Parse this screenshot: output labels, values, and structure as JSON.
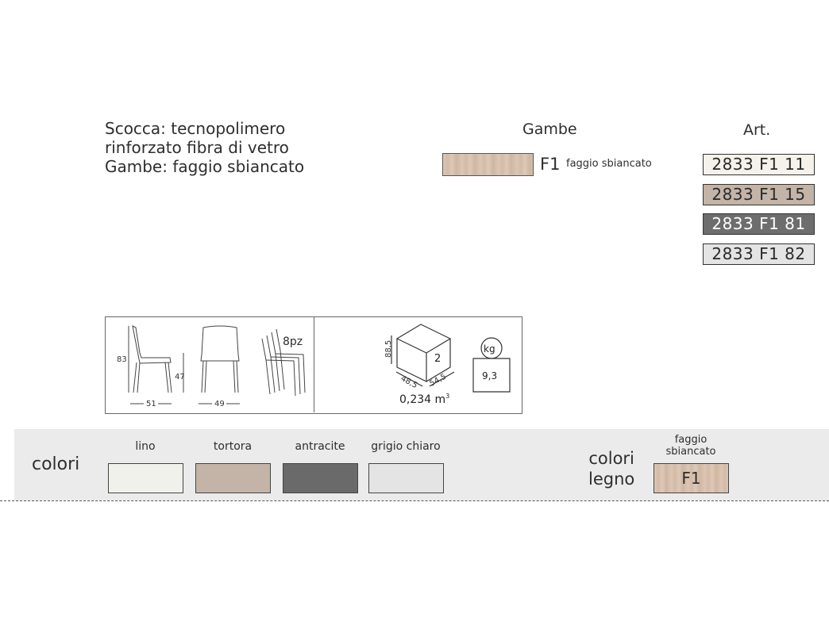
{
  "description": {
    "lines": [
      "Scocca: tecnopolimero",
      "rinforzato fibra di vetro",
      "Gambe: faggio sbiancato"
    ]
  },
  "gambe": {
    "title": "Gambe",
    "code": "F1",
    "name": "faggio sbiancato",
    "swatch_color": "#d8c2ae"
  },
  "art": {
    "title": "Art.",
    "codes": [
      {
        "label": "2833 F1 11",
        "bg": "#f4f2ea",
        "fg": "#2a2a2a"
      },
      {
        "label": "2833 F1 15",
        "bg": "#c3b4a7",
        "fg": "#2a2a2a"
      },
      {
        "label": "2833 F1 81",
        "bg": "#6d6d6d",
        "fg": "#ffffff"
      },
      {
        "label": "2833 F1 82",
        "bg": "#e4e4e4",
        "fg": "#2a2a2a"
      }
    ]
  },
  "dimensions": {
    "height": "83",
    "seat_height": "47",
    "depth": "51",
    "width": "49",
    "stack": "8pz",
    "box_depth": "48,5",
    "box_width": "54,5",
    "box_height": "88,5",
    "box_count": "2",
    "volume": "0,234 m",
    "volume_exp": "3",
    "weight_unit": "kg",
    "weight": "9,3"
  },
  "colors": {
    "title": "colori",
    "swatches": [
      {
        "label": "lino",
        "color": "#f1f1ec"
      },
      {
        "label": "tortora",
        "color": "#c4b4a8"
      },
      {
        "label": "antracite",
        "color": "#6a6a6a"
      },
      {
        "label": "grigio chiaro",
        "color": "#e4e4e4"
      }
    ]
  },
  "wood": {
    "title_line1": "colori",
    "title_line2": "legno",
    "label_line1": "faggio",
    "label_line2": "sbiancato",
    "code": "F1"
  }
}
